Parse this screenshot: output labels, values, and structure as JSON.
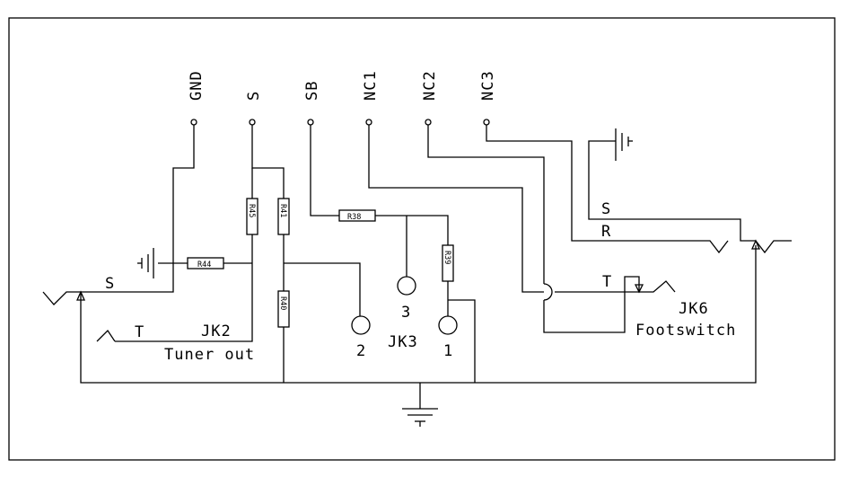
{
  "connector_pins": [
    "GND",
    "S",
    "SB",
    "NC1",
    "NC2",
    "NC3"
  ],
  "resistors": {
    "r45": "R45",
    "r41": "R41",
    "r40": "R40",
    "r44": "R44",
    "r38": "R38",
    "r39": "R39"
  },
  "jk2": {
    "name": "JK2",
    "description": "Tuner out",
    "sleeve_label": "S",
    "tip_label": "T"
  },
  "jk3": {
    "name": "JK3",
    "pad_1": "1",
    "pad_2": "2",
    "pad_3": "3"
  },
  "jk6": {
    "name": "JK6",
    "description": "Footswitch",
    "tip_label": "T",
    "ring_label": "R",
    "sleeve_label": "S"
  }
}
